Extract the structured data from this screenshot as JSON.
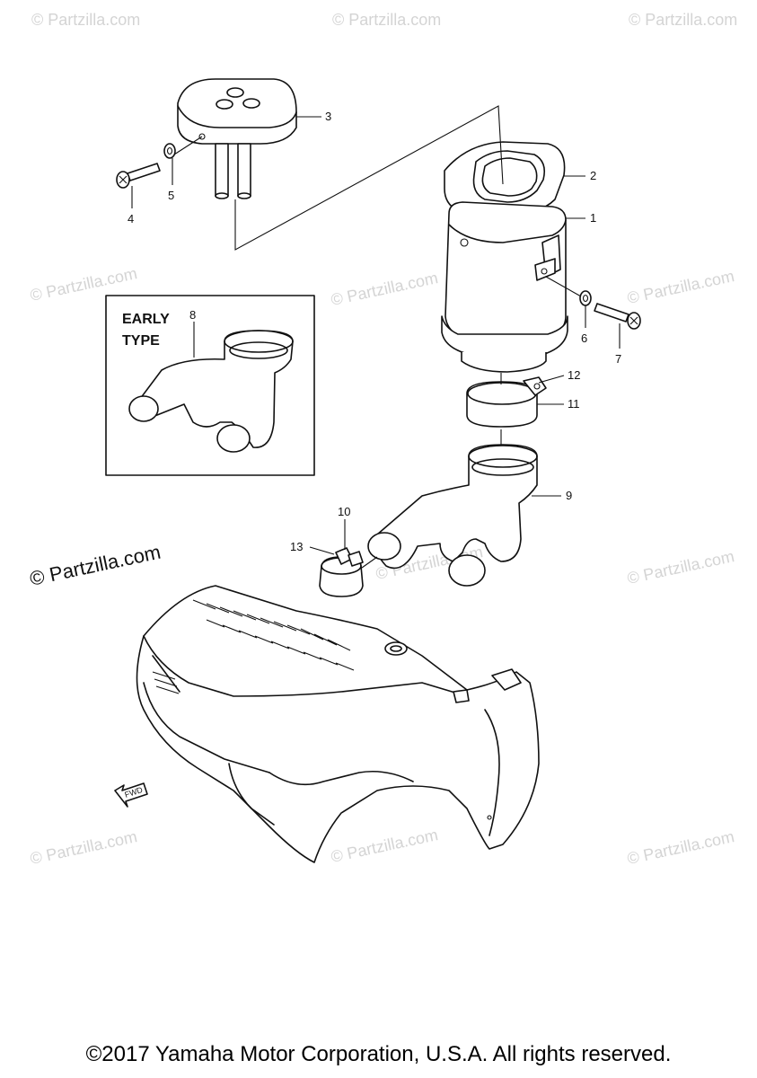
{
  "watermark": {
    "text": "© Partzilla.com",
    "primary_text": "© Partzilla.com"
  },
  "inset": {
    "label_line1": "EARLY",
    "label_line2": "TYPE"
  },
  "callouts": [
    "1",
    "2",
    "3",
    "4",
    "5",
    "6",
    "7",
    "8",
    "9",
    "10",
    "11",
    "12",
    "13"
  ],
  "direction_marker": "FWD",
  "footer": {
    "copyright": "©2017 Yamaha Motor Corporation, U.S.A. All rights reserved."
  }
}
